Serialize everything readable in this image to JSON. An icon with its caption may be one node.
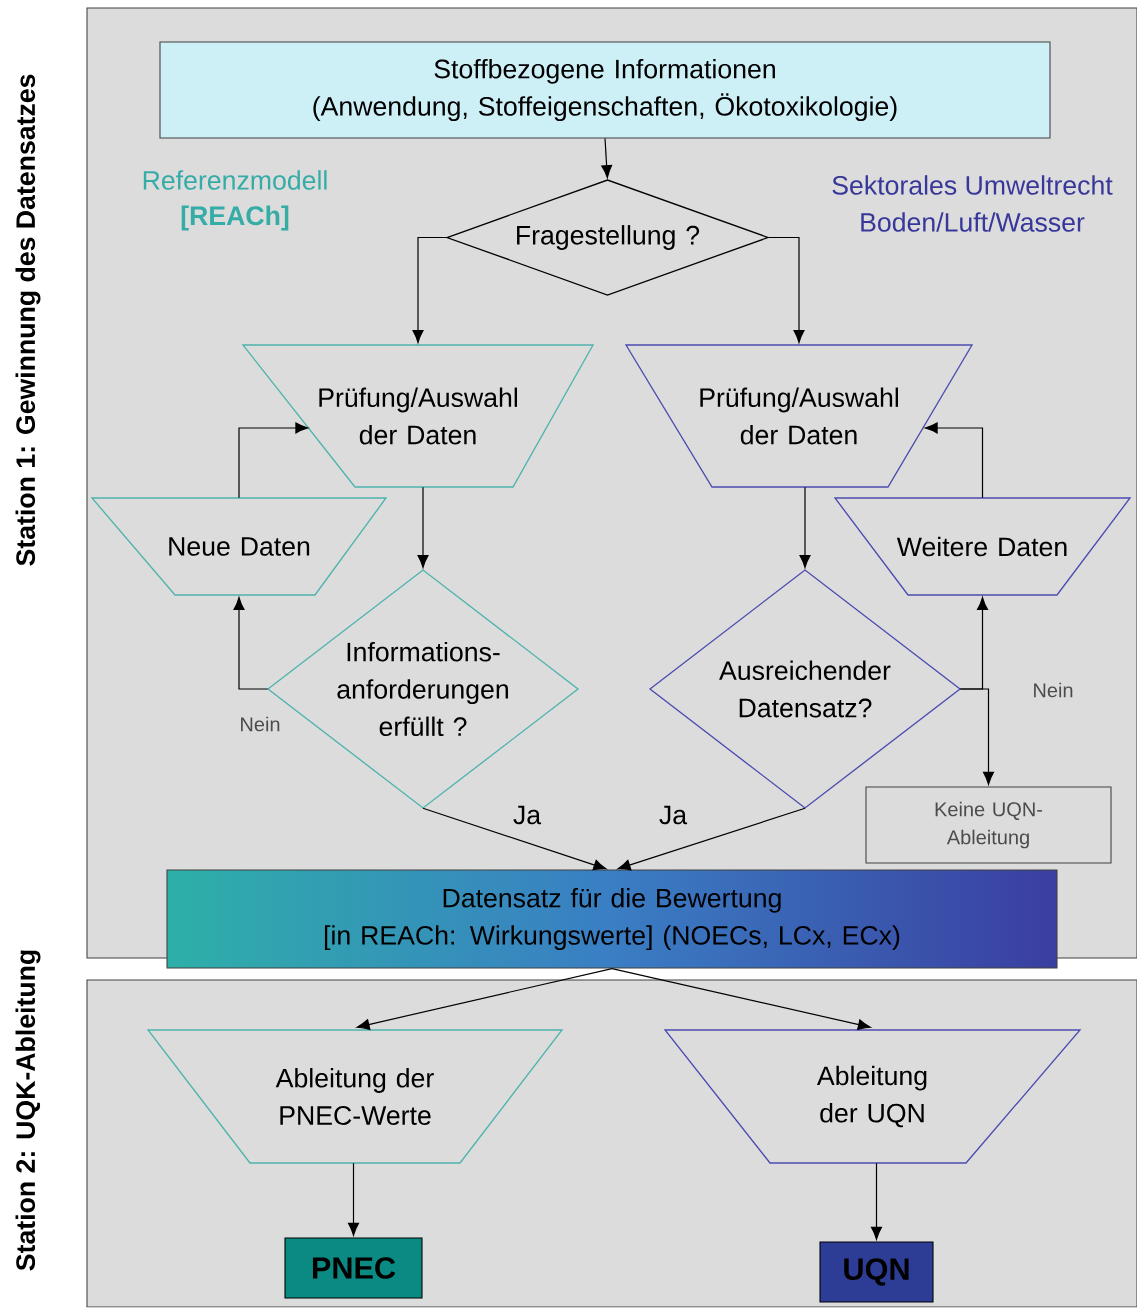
{
  "diagram": {
    "nodes": [
      {
        "text": [
          "Station 1: Gewinnung des Datensatzes"
        ]
      },
      {
        "text": [
          "Stoffbezogene Informationen",
          "(Anwendung, Stoffeigenschaften, Ökotoxikologie)"
        ],
        "in": 0
      },
      {
        "text": [
          "Fragestellung ?"
        ],
        "in": 0
      },
      {
        "text": [
          "Prüfung/Auswahl der Daten"
        ],
        "in": 0
      },
      {
        "text": [
          "Prüfung/Auswahl der Daten"
        ],
        "in": 0
      },
      {
        "text": [
          "Neue Daten"
        ],
        "in": 0
      },
      {
        "text": [
          "Weitere Daten"
        ],
        "in": 0
      },
      {
        "text": [
          "Informations- anforderungen erfüllt ?"
        ],
        "in": 0
      },
      {
        "text": [
          "Ausreichender Datensatz?"
        ],
        "in": 0
      },
      {
        "text": [
          "Keine UQN- Ableitung"
        ],
        "in": 0
      },
      {
        "text": [
          "Datensatz für die Bewertung",
          "[in REACh: Wirkungswerte] (NOECs, LCx, ECx)"
        ]
      },
      {
        "text": [
          "Station 2: UQK-Ableitung"
        ]
      },
      {
        "text": [
          "Ableitung der PNEC-Werte"
        ],
        "in": 11
      },
      {
        "text": [
          "Ableitung der UQN"
        ],
        "in": 11
      },
      {
        "text": [
          "PNEC"
        ],
        "in": 11
      },
      {
        "text": [
          "UQN"
        ],
        "in": 11
      }
    ],
    "edges": [
      {
        "from": 1,
        "to": 2,
        "arrow": "to"
      },
      {
        "from": 2,
        "to": 3,
        "arrow": "to"
      },
      {
        "from": 2,
        "to": 4,
        "arrow": "to"
      },
      {
        "from": 3,
        "to": 7,
        "arrow": "to"
      },
      {
        "from": 4,
        "to": 8,
        "arrow": "to"
      },
      {
        "from": 7,
        "to": 5,
        "arrow": "to",
        "label": "Nein"
      },
      {
        "from": 5,
        "to": 3,
        "arrow": "to"
      },
      {
        "from": 6,
        "to": 4,
        "arrow": "to"
      },
      {
        "from": 8,
        "to": 6,
        "arrow": "to",
        "label": "Nein"
      },
      {
        "from": 8,
        "to": 9,
        "arrow": "to"
      },
      {
        "from": 7,
        "to": 10,
        "arrow": "to",
        "label": "Ja"
      },
      {
        "from": 8,
        "to": 10,
        "arrow": "to",
        "label": "Ja"
      },
      {
        "from": 10,
        "to": 12,
        "arrow": "to"
      },
      {
        "from": 10,
        "to": 13,
        "arrow": "to"
      },
      {
        "from": 12,
        "to": 14,
        "arrow": "to"
      },
      {
        "from": 13,
        "to": 15,
        "arrow": "to"
      }
    ],
    "labels": [
      "Referenzmodell",
      "[REACh]",
      "Sektorales Umweltrecht",
      "Boden/Luft/Wasser"
    ]
  }
}
